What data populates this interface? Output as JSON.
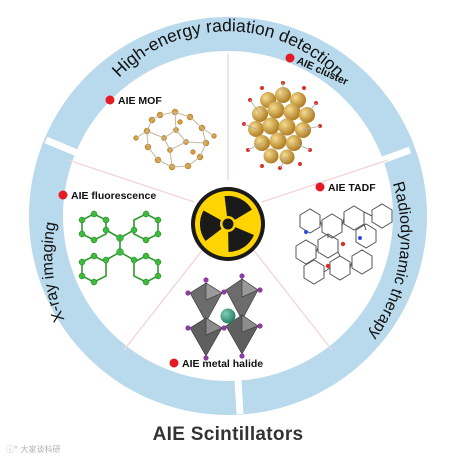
{
  "ring": {
    "top": "High-energy radiation detection",
    "right": "Radiodynamic therapy",
    "left": "X-ray imaging"
  },
  "segments": [
    {
      "label": "AIE MOF"
    },
    {
      "label": "AIE cluster"
    },
    {
      "label": "AIE TADF"
    },
    {
      "label": "AIE metal halide"
    },
    {
      "label": "AIE fluorescence"
    }
  ],
  "center_icon": "radiation-hazard-icon",
  "footer": {
    "title": "AIE Scintillators"
  },
  "watermark": {
    "text": "ⓘ° 大家谈科研"
  },
  "colors": {
    "ring": "#b9d9ec",
    "dot": "#e31b23",
    "hazard_yellow": "#ffd400",
    "atom_green": "#3dbb3d",
    "cluster_gold": "#d9a441"
  }
}
